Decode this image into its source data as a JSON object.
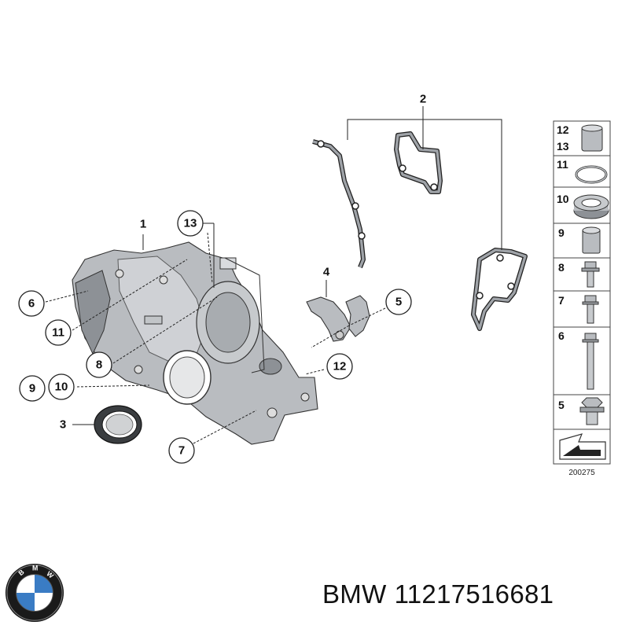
{
  "diagram": {
    "callouts": [
      {
        "id": "c1",
        "label": "1"
      },
      {
        "id": "c2",
        "label": "2"
      },
      {
        "id": "c3",
        "label": "3"
      },
      {
        "id": "c4",
        "label": "4"
      },
      {
        "id": "c5",
        "label": "5"
      },
      {
        "id": "c6",
        "label": "6"
      },
      {
        "id": "c7",
        "label": "7"
      },
      {
        "id": "c8",
        "label": "8"
      },
      {
        "id": "c9",
        "label": "9"
      },
      {
        "id": "c10",
        "label": "10"
      },
      {
        "id": "c11",
        "label": "11"
      },
      {
        "id": "c12",
        "label": "12"
      },
      {
        "id": "c13",
        "label": "13"
      }
    ],
    "legend": [
      {
        "labels": [
          "12",
          "13"
        ],
        "icon": "sleeve-icon"
      },
      {
        "labels": [
          "11"
        ],
        "icon": "o-ring-icon"
      },
      {
        "labels": [
          "10"
        ],
        "icon": "shaft-seal-icon"
      },
      {
        "labels": [
          "9"
        ],
        "icon": "dowel-sleeve-icon"
      },
      {
        "labels": [
          "8"
        ],
        "icon": "flange-bolt-icon"
      },
      {
        "labels": [
          "7"
        ],
        "icon": "short-bolt-icon"
      },
      {
        "labels": [
          "6"
        ],
        "icon": "long-bolt-icon"
      },
      {
        "labels": [
          "5"
        ],
        "icon": "hex-bolt-icon"
      }
    ],
    "reference_number": "200275"
  },
  "caption": {
    "brand": "BMW",
    "part_number": "11217516681"
  },
  "logo": {
    "text_letters": "BMW",
    "colors": {
      "ring": "#1a1a1a",
      "blue": "#3a7cc4",
      "white": "#ffffff"
    }
  }
}
